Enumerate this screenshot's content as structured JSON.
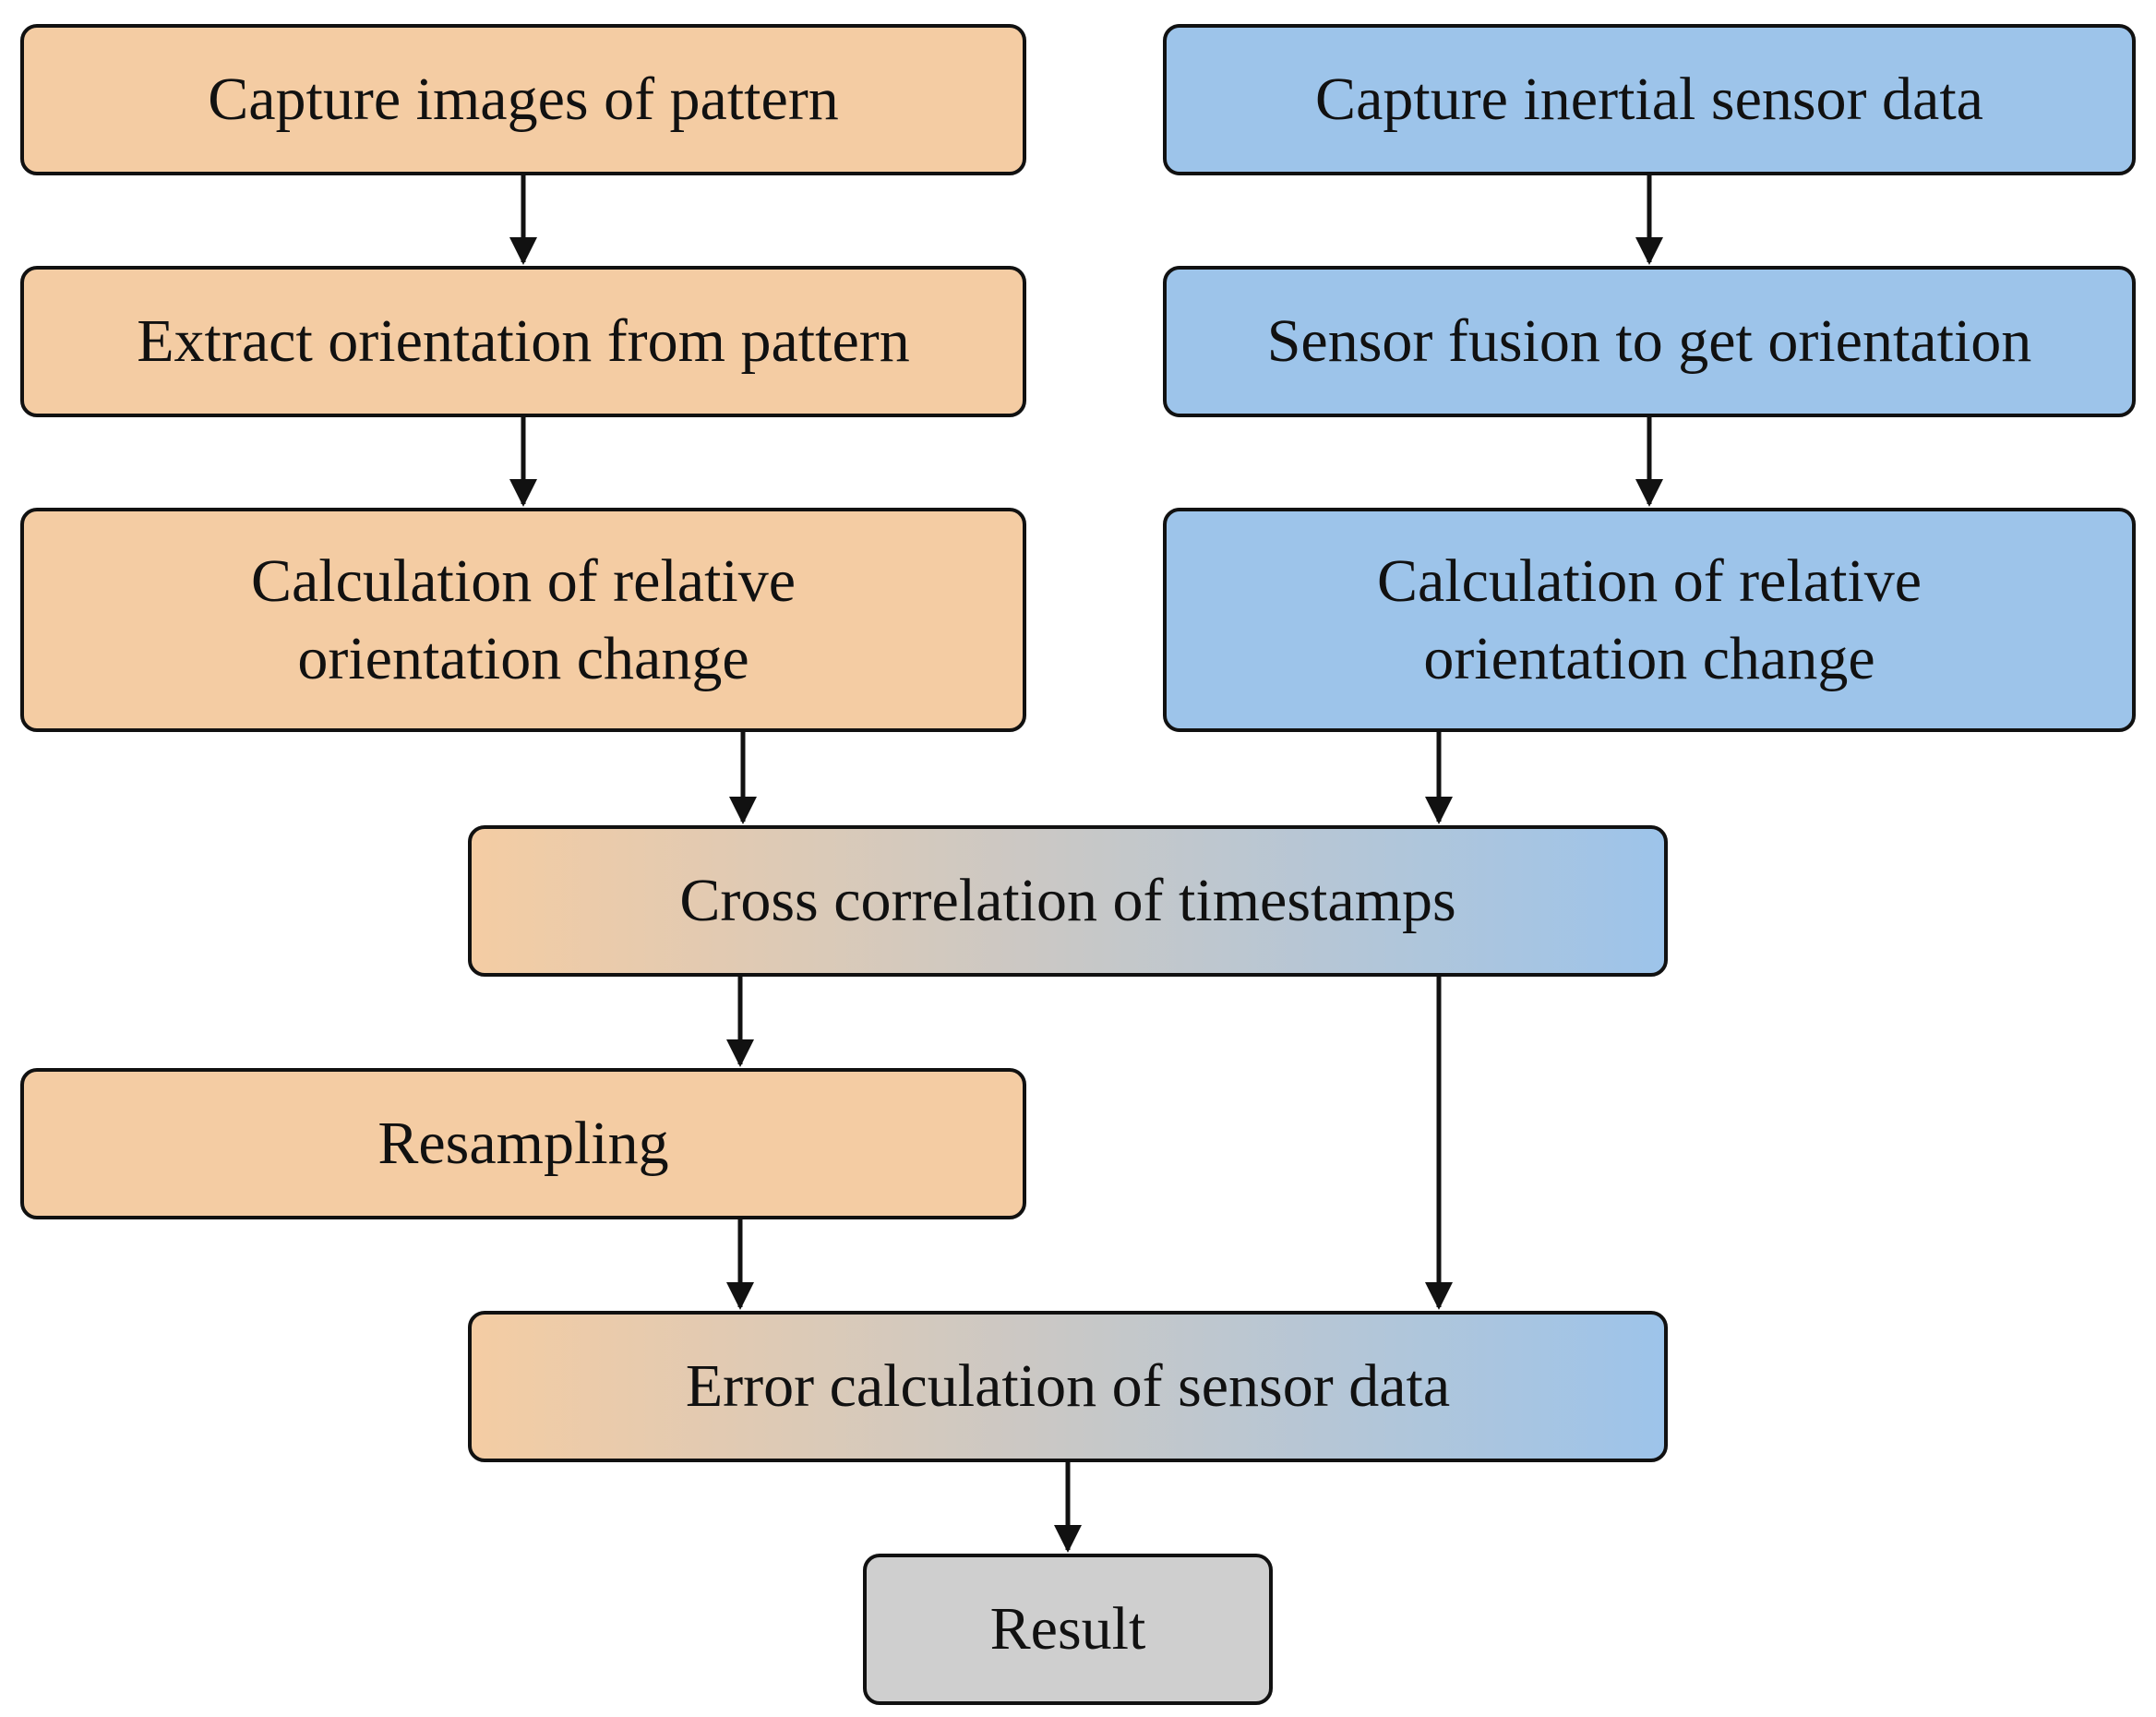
{
  "nodes": {
    "capture_images": "Capture images of pattern",
    "extract_orientation": "Extract orientation from pattern",
    "relative_left_line1": "Calculation of relative",
    "relative_left_line2": "orientation change",
    "capture_inertial": "Capture inertial sensor data",
    "sensor_fusion": "Sensor fusion to get orientation",
    "relative_right_line1": "Calculation of relative",
    "relative_right_line2": "orientation change",
    "cross_correlation": "Cross correlation of timestamps",
    "resampling": "Resampling",
    "error_calculation": "Error calculation of sensor data",
    "result": "Result"
  },
  "colors": {
    "camera_branch": "#f4cca3",
    "sensor_branch": "#9dc4ea",
    "result": "#cfcfcf",
    "outline": "#111111"
  }
}
